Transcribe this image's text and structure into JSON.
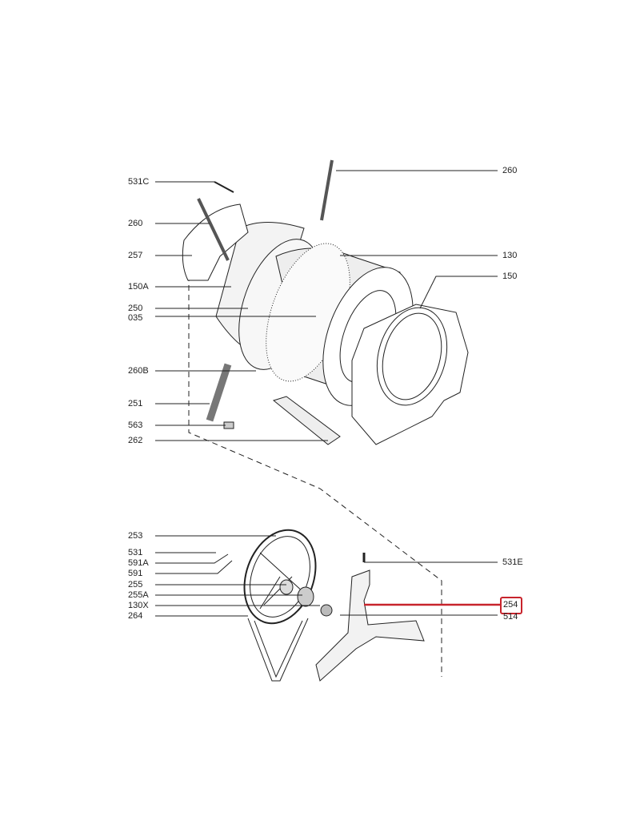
{
  "diagram": {
    "highlight_color": "#c8242c",
    "highlighted_part": "254",
    "labels_left_top": [
      "531C",
      "260",
      "257",
      "150A",
      "250",
      "035",
      "260B",
      "251",
      "563",
      "262"
    ],
    "labels_right_top": [
      "260",
      "130",
      "150"
    ],
    "labels_left_bottom": [
      "253",
      "531",
      "591A",
      "591",
      "255",
      "255A",
      "130X",
      "264"
    ],
    "labels_right_bottom": [
      "531E",
      "254",
      "514"
    ]
  }
}
